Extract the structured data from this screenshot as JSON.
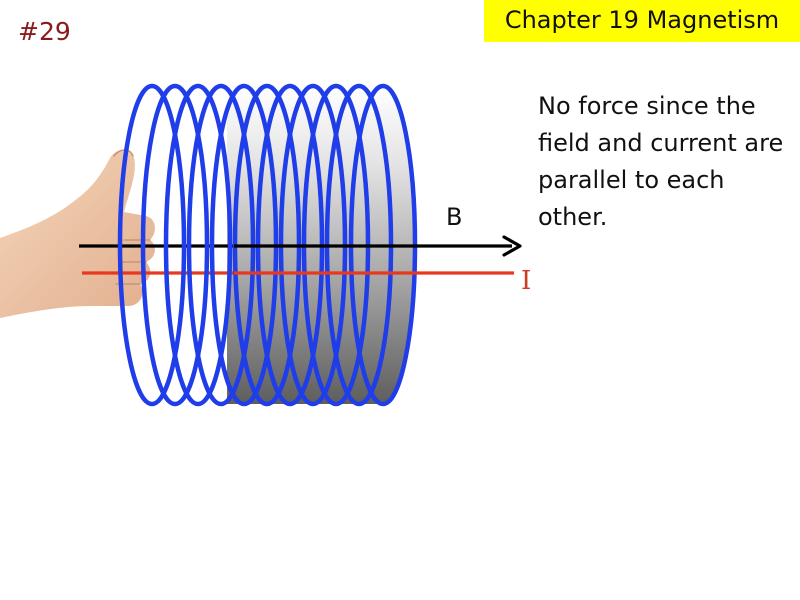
{
  "slide": {
    "number": "#29",
    "chapter": "Chapter 19 Magnetism"
  },
  "diagram": {
    "field_label": "B",
    "current_label": "I",
    "explanation": "No force since the field and current are parallel to each other."
  },
  "colors": {
    "coil": "#1f3de8",
    "current": "#e8391e",
    "field": "#000000",
    "banner": "#ffff00",
    "slide_number": "#8b1a1a"
  },
  "icons": {
    "hand": "thumbs-up-hand-icon"
  }
}
